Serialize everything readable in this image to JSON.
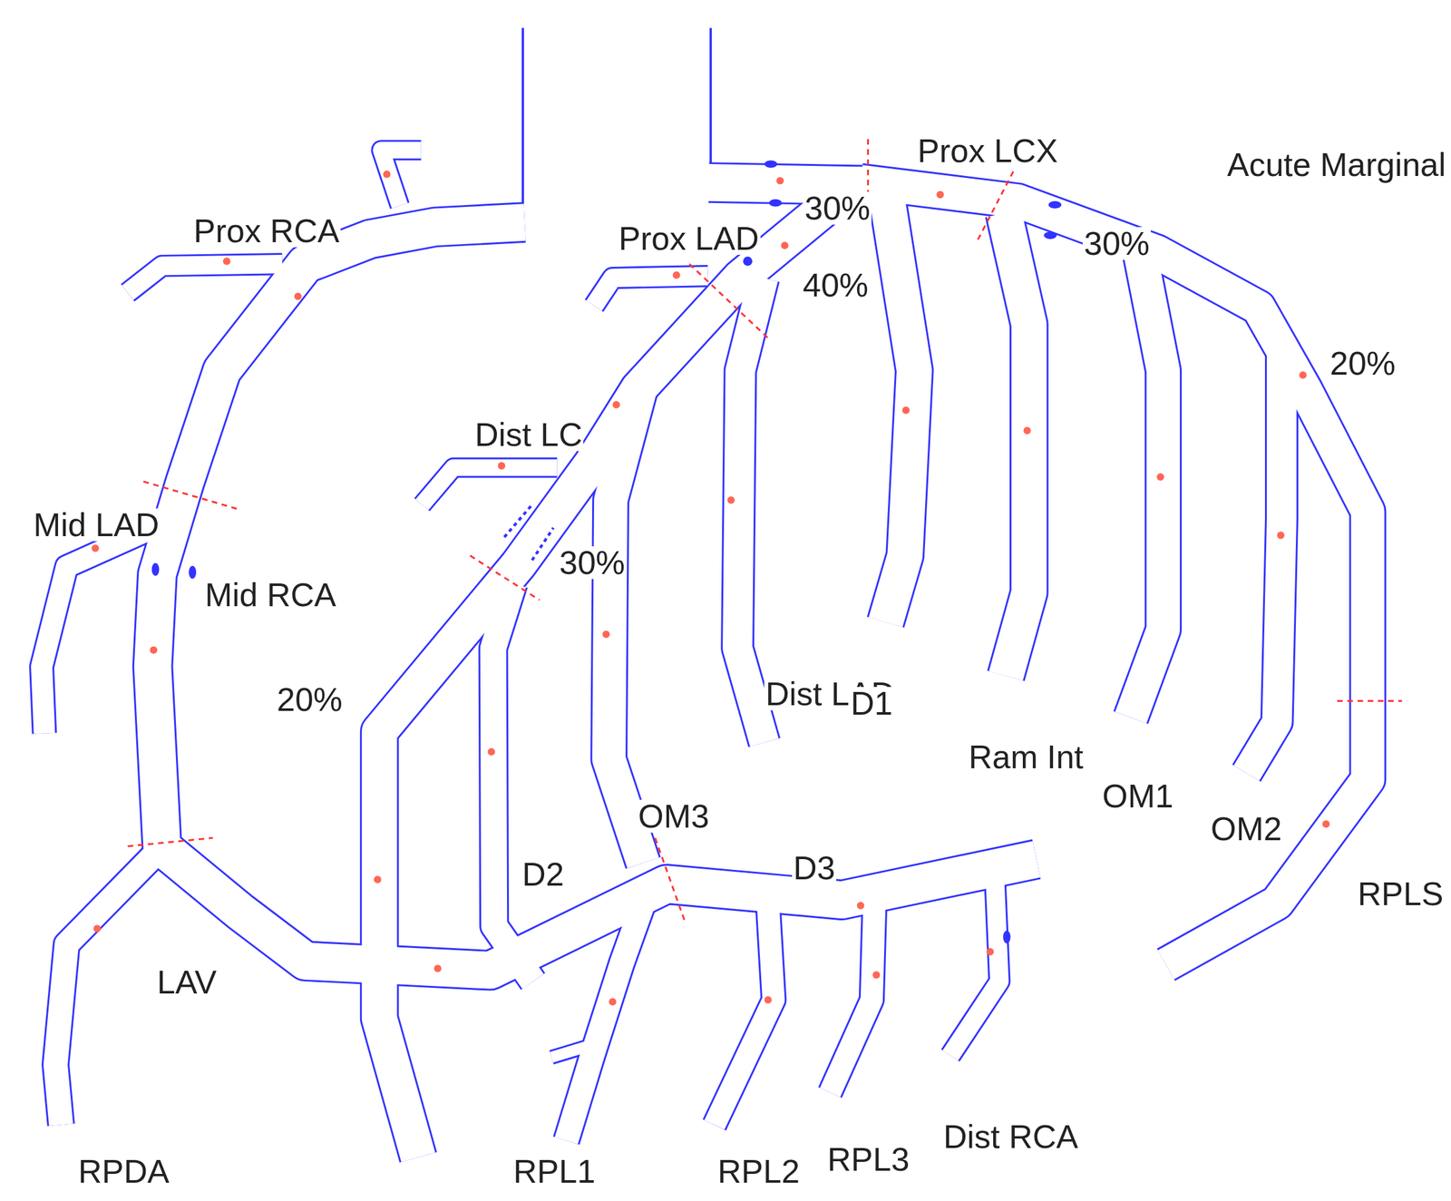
{
  "diagram": {
    "labels": [
      "Prox RCA",
      "30%",
      "Prox LCX",
      "Prox LAD",
      "30%",
      "40%",
      "20%",
      "Dist LC",
      "Mid LAD",
      "Mid RCA",
      "30%",
      "20%",
      "Dist LAD",
      "D1",
      "Ram Int",
      "OM1",
      "OM2",
      "OM3",
      "D2",
      "D3",
      "RPLS",
      "LAV",
      "Dist RCA",
      "RPL3",
      "RPL2",
      "RPL1",
      "RPDA",
      "Acute Marginal"
    ]
  }
}
